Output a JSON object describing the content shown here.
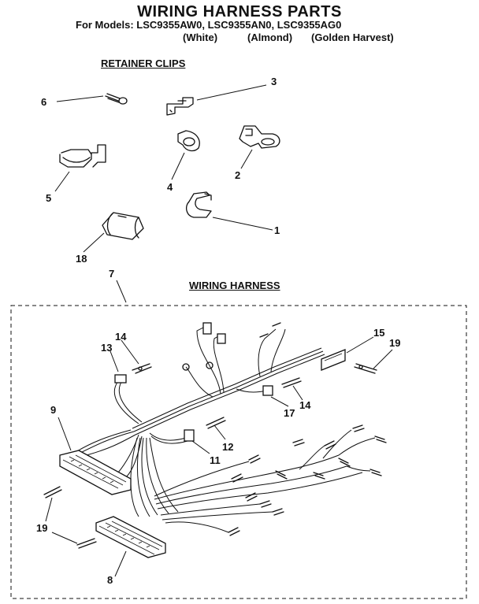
{
  "header": {
    "title": "WIRING HARNESS PARTS",
    "models_line": "For Models: LSC9355AW0, LSC9355AN0, LSC9355AG0",
    "variants": [
      "(White)",
      "(Almond)",
      "(Golden Harvest)"
    ]
  },
  "sections": {
    "retainer_clips": "RETAINER CLIPS",
    "wiring_harness": "WIRING HARNESS"
  },
  "callouts": {
    "c1": "1",
    "c2": "2",
    "c3": "3",
    "c4": "4",
    "c5": "5",
    "c6": "6",
    "c7": "7",
    "c8": "8",
    "c9": "9",
    "c11": "11",
    "c12": "12",
    "c13": "13",
    "c14a": "14",
    "c14b": "14",
    "c15": "15",
    "c17": "17",
    "c18": "18",
    "c19a": "19",
    "c19b": "19"
  }
}
